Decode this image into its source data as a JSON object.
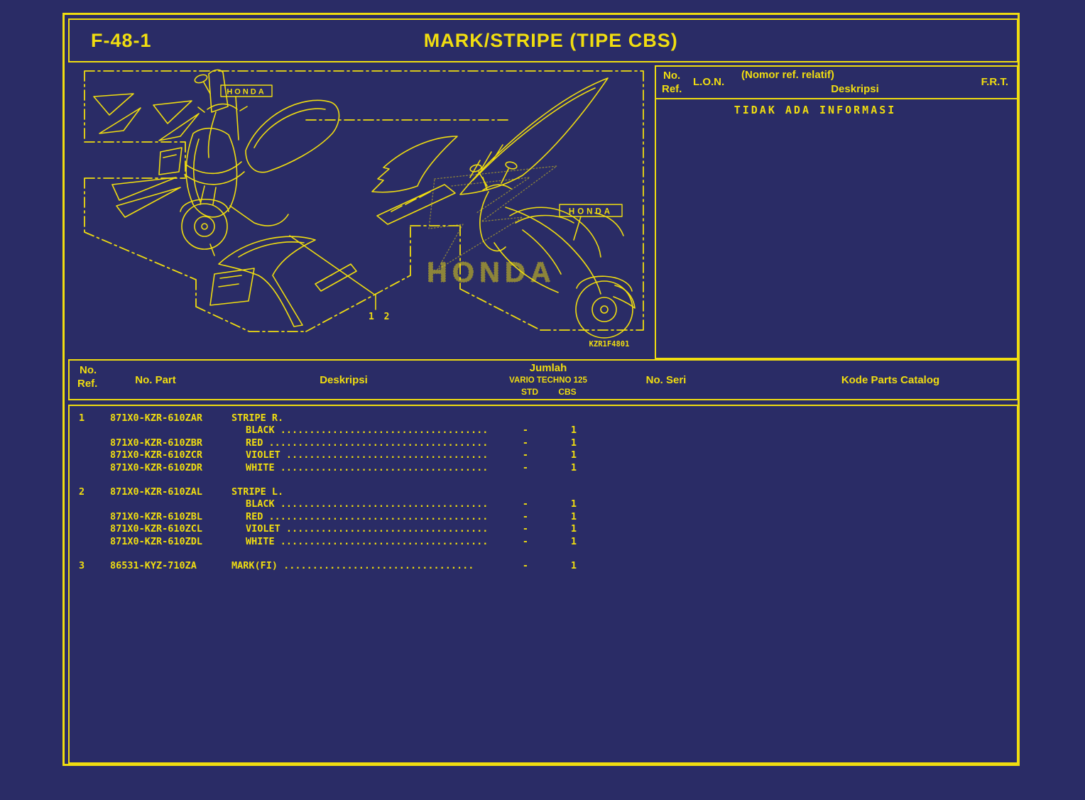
{
  "window": {
    "code": "F-48-1",
    "title": "MARK/STRIPE (TIPE CBS)"
  },
  "colors": {
    "background": "#2a2c66",
    "accent": "#f0dd10"
  },
  "diagram": {
    "honda_label_left": "HONDA",
    "honda_label_right": "HONDA",
    "watermark_text": "HONDA",
    "callout": "1 2",
    "drawing_code": "KZR1F4801"
  },
  "ref_table": {
    "no": "No.",
    "ref": "Ref.",
    "lon": "L.O.N.",
    "relative_ref": "(Nomor ref. relatif)",
    "deskripsi": "Deskripsi",
    "frt": "F.R.T.",
    "empty_message": "TIDAK ADA INFORMASI"
  },
  "parts_table": {
    "headers": {
      "no": "No.",
      "ref": "Ref.",
      "part": "No. Part",
      "desc": "Deskripsi",
      "jumlah": "Jumlah",
      "model": "VARIO TECHNO 125",
      "std": "STD",
      "cbs": "CBS",
      "seri": "No. Seri",
      "kode": "Kode Parts Catalog"
    },
    "rows": [
      {
        "ref": "1",
        "part": "871X0-KZR-610ZAR",
        "desc": "STRIPE R.",
        "std": "",
        "cbs": ""
      },
      {
        "ref": "",
        "part": "",
        "desc": "BLACK ....................................",
        "std": "-",
        "cbs": "1"
      },
      {
        "ref": "",
        "part": "871X0-KZR-610ZBR",
        "desc": "RED ......................................",
        "std": "-",
        "cbs": "1"
      },
      {
        "ref": "",
        "part": "871X0-KZR-610ZCR",
        "desc": "VIOLET ...................................",
        "std": "-",
        "cbs": "1"
      },
      {
        "ref": "",
        "part": "871X0-KZR-610ZDR",
        "desc": "WHITE ....................................",
        "std": "-",
        "cbs": "1"
      },
      {
        "ref": "2",
        "part": "871X0-KZR-610ZAL",
        "desc": "STRIPE L.",
        "std": "",
        "cbs": ""
      },
      {
        "ref": "",
        "part": "",
        "desc": "BLACK ....................................",
        "std": "-",
        "cbs": "1"
      },
      {
        "ref": "",
        "part": "871X0-KZR-610ZBL",
        "desc": "RED ......................................",
        "std": "-",
        "cbs": "1"
      },
      {
        "ref": "",
        "part": "871X0-KZR-610ZCL",
        "desc": "VIOLET ...................................",
        "std": "-",
        "cbs": "1"
      },
      {
        "ref": "",
        "part": "871X0-KZR-610ZDL",
        "desc": "WHITE ....................................",
        "std": "-",
        "cbs": "1"
      },
      {
        "ref": "3",
        "part": "86531-KYZ-710ZA",
        "desc": "MARK(FI) .................................",
        "std": "-",
        "cbs": "1"
      }
    ]
  }
}
